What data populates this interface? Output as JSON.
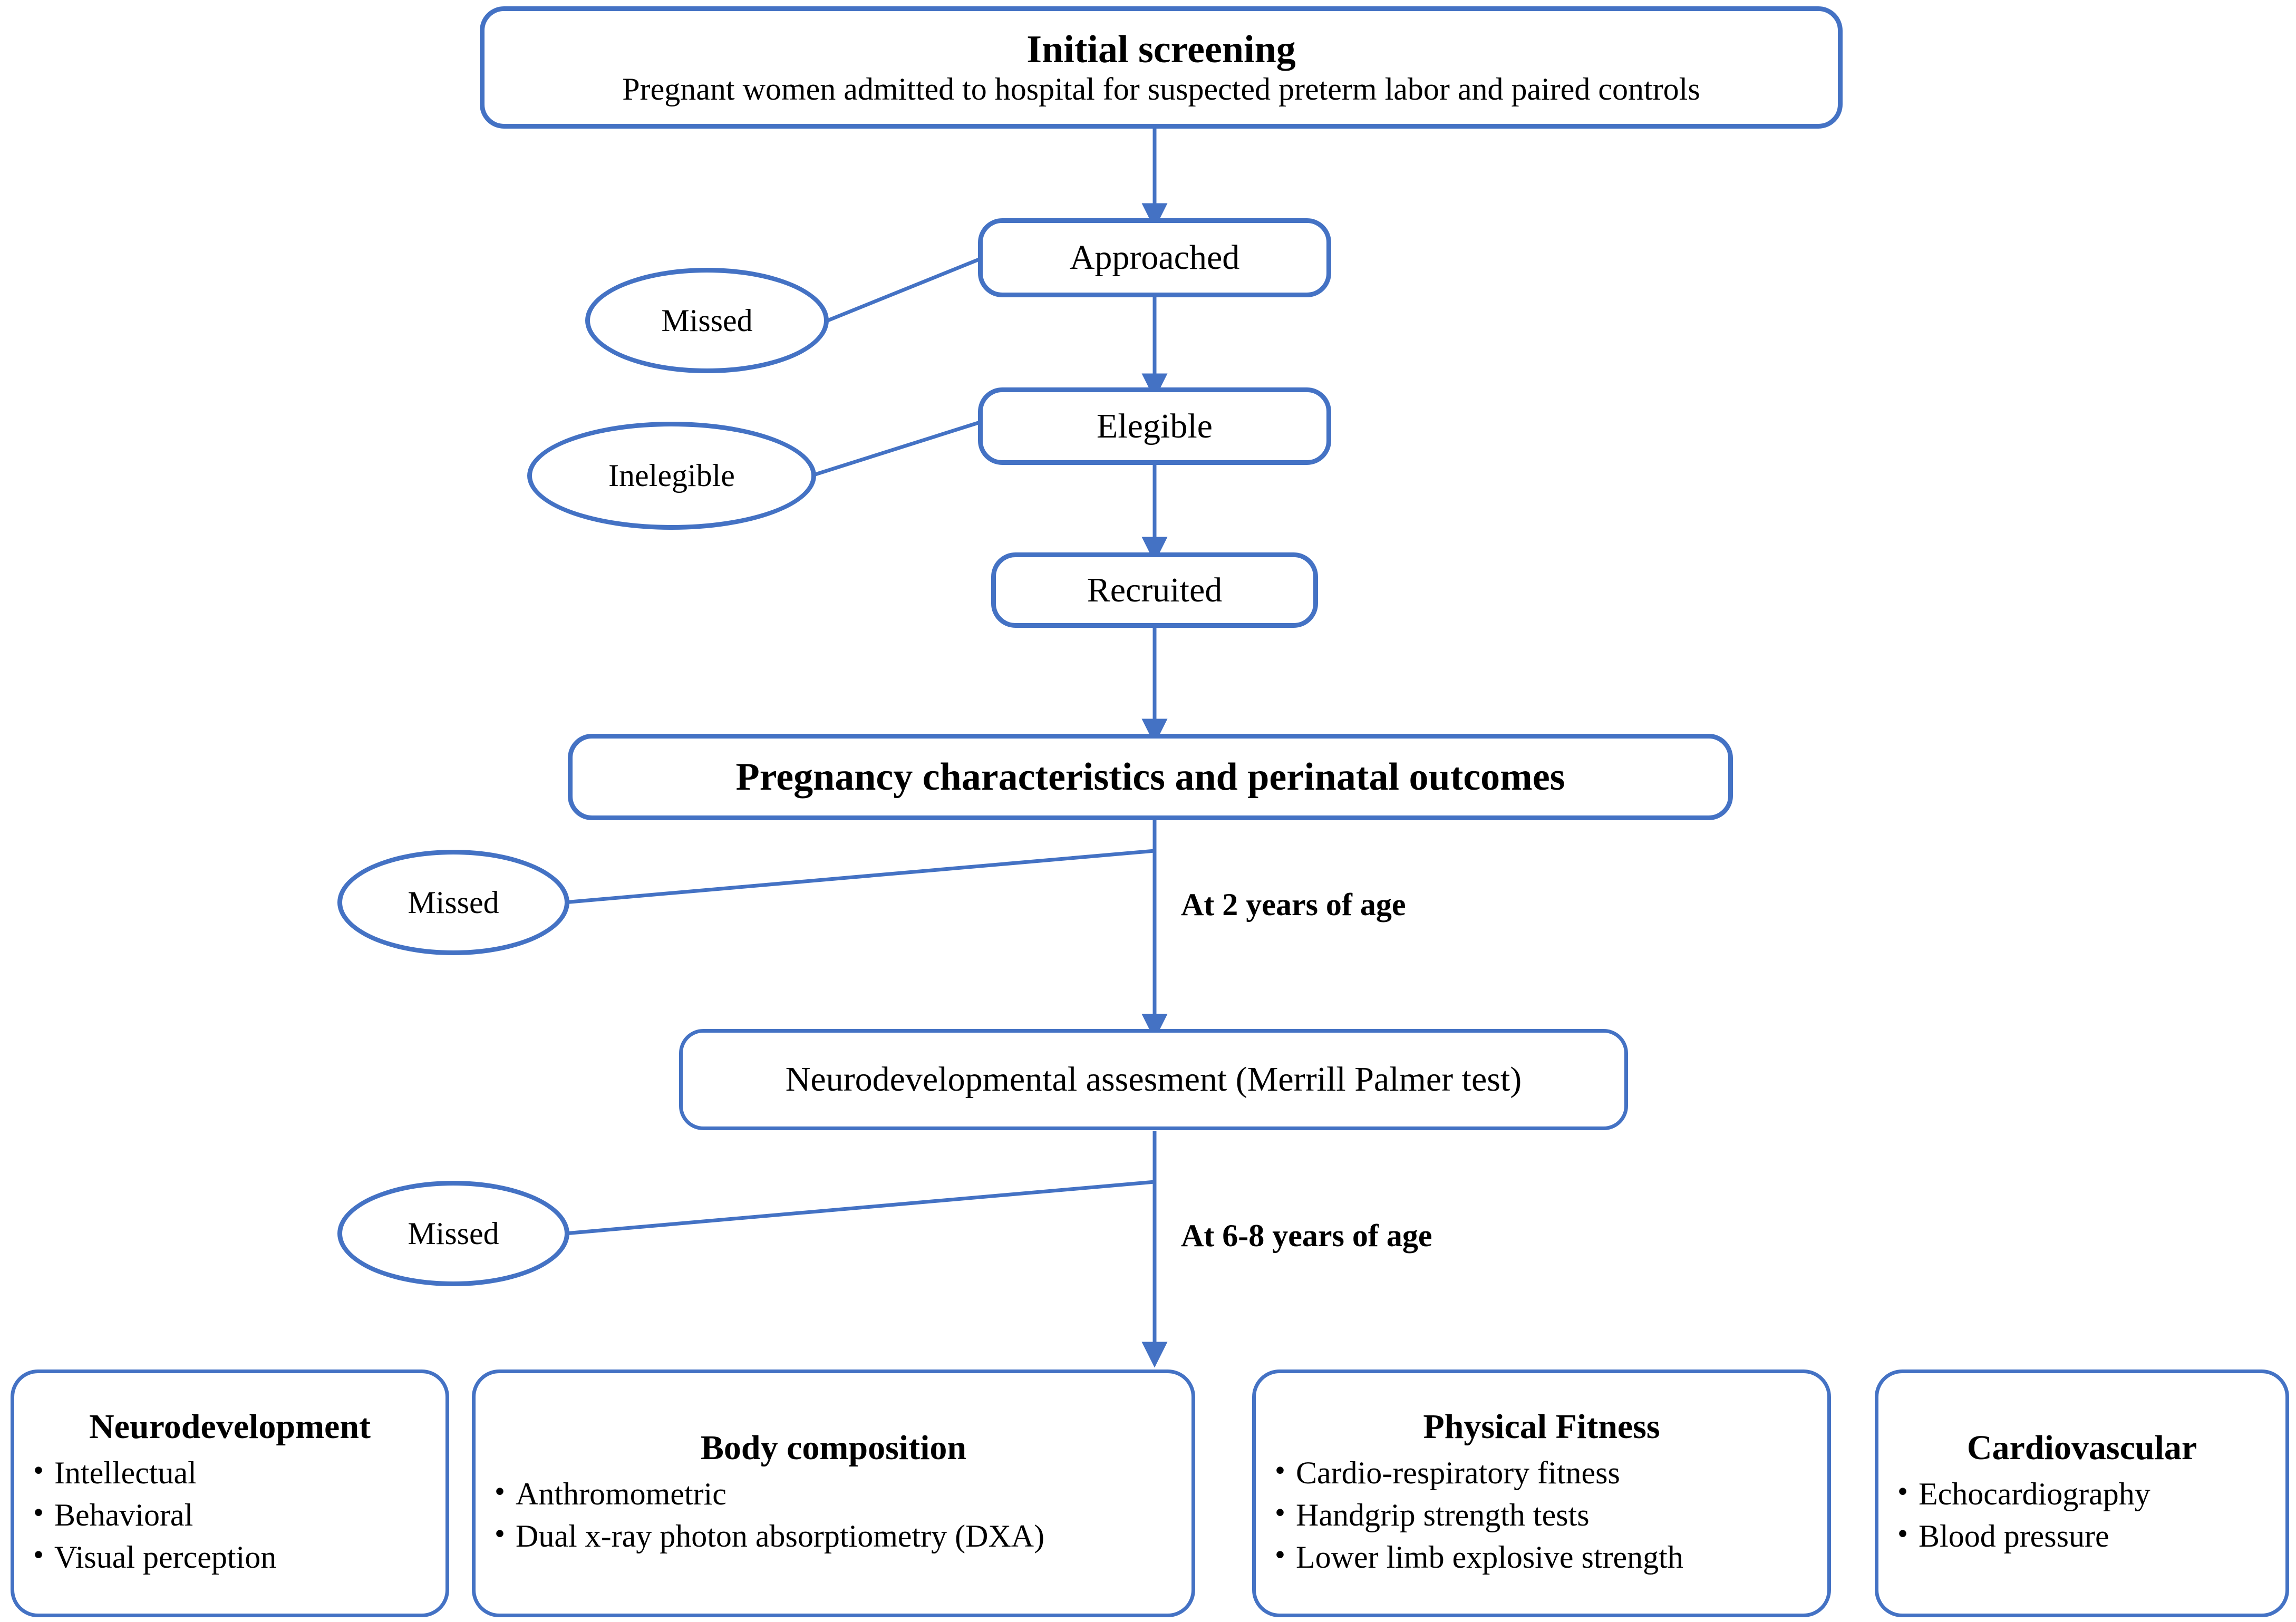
{
  "diagram": {
    "type": "study-flowchart",
    "accent_color": "#4472C4",
    "background_color": "#FFFFFF",
    "text_color": "#000000"
  },
  "nodes": {
    "initial_screening": {
      "title": "Initial screening",
      "subtitle": "Pregnant women admitted to hospital for suspected preterm labor and paired controls"
    },
    "approached": {
      "label": "Approached"
    },
    "eligible": {
      "label": "Elegible"
    },
    "recruited": {
      "label": "Recruited"
    },
    "pregnancy_outcomes": {
      "label": "Pregnancy characteristics and perinatal outcomes"
    },
    "neurodevelopmental_assessment": {
      "label": "Neurodevelopmental assesment (Merrill Palmer test)"
    }
  },
  "exclusions": {
    "missed_approached": {
      "label": "Missed"
    },
    "ineligible": {
      "label": "Inelegible"
    },
    "missed_2y": {
      "label": "Missed"
    },
    "missed_6to8y": {
      "label": "Missed"
    }
  },
  "edge_labels": {
    "at_2_years": "At 2 years of age",
    "at_6_8_years": "At 6-8 years of age"
  },
  "outcomes": [
    {
      "title": "Neurodevelopment",
      "items": [
        "Intellectual",
        "Behavioral",
        "Visual perception"
      ]
    },
    {
      "title": "Body composition",
      "items": [
        "Anthromometric",
        "Dual x-ray photon absorptiometry (DXA)"
      ]
    },
    {
      "title": "Physical Fitness",
      "items": [
        "Cardio-respiratory fitness",
        "Handgrip strength tests",
        "Lower limb explosive strength"
      ]
    },
    {
      "title": "Cardiovascular",
      "items": [
        "Echocardiography",
        "Blood pressure"
      ]
    }
  ]
}
